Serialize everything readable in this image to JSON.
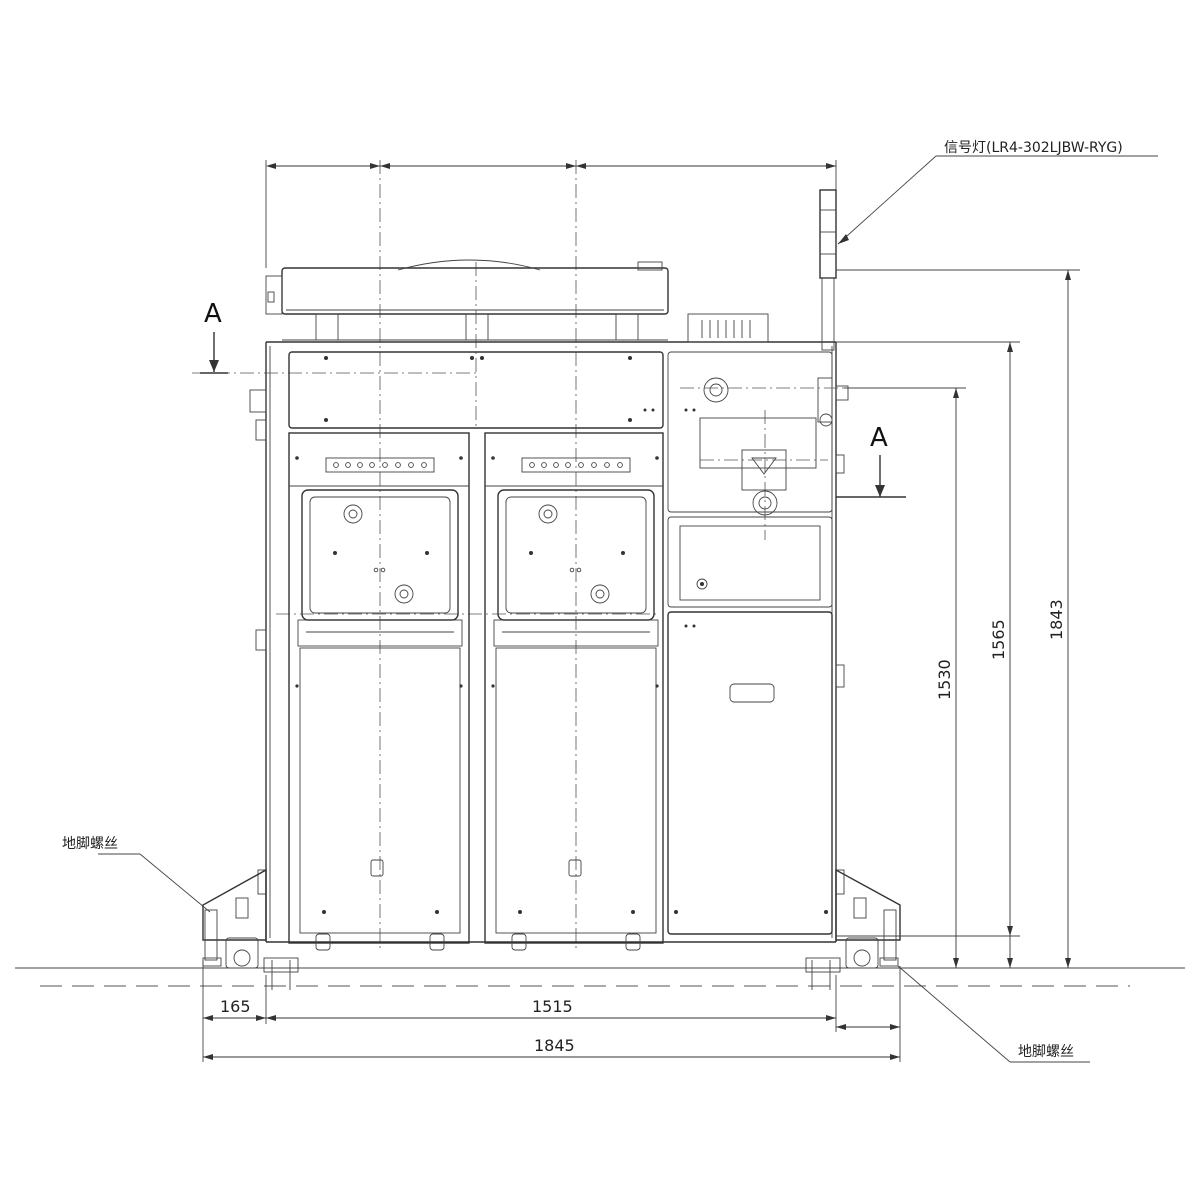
{
  "labels": {
    "signal_light": "信号灯(LR4-302LJBW-RYG)",
    "anchor_bolt_left": "地脚螺丝",
    "anchor_bolt_right": "地脚螺丝",
    "section_mark_1": "A",
    "section_mark_2": "A"
  },
  "dimensions": {
    "left_offset": "165",
    "frame_width": "1515",
    "overall_width": "1845",
    "height_1530": "1530",
    "height_1565": "1565",
    "height_1843": "1843"
  }
}
